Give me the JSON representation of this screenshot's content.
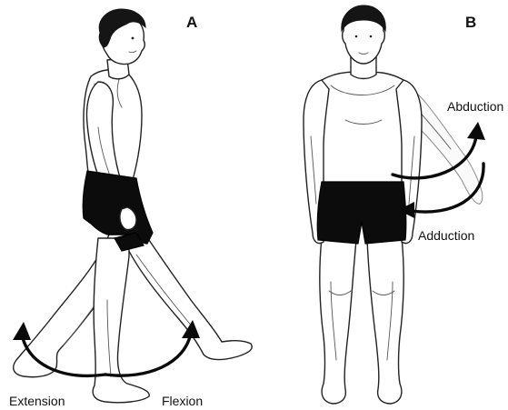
{
  "figure": {
    "panels": [
      {
        "letter": "A",
        "labels": {
          "left": "Extension",
          "right": "Flexion"
        }
      },
      {
        "letter": "B",
        "labels": {
          "top": "Abduction",
          "bottom": "Adduction"
        }
      }
    ],
    "colors": {
      "ink": "#111111",
      "shorts": "#0c0c0c",
      "background": "#ffffff"
    }
  }
}
